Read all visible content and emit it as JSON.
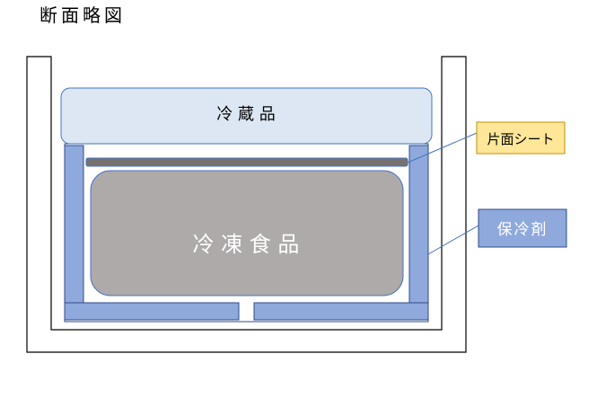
{
  "title": "断面略図",
  "labels": {
    "refrigerated": "冷 蔵 品",
    "frozen": "冷 凍 食 品",
    "single_sided_sheet": "片面シート",
    "ice_pack": "保冷剤"
  },
  "colors": {
    "outer_box_stroke": "#000000",
    "outer_box_fill": "#ffffff",
    "refrigerated_fill": "#dce7f3",
    "refrigerated_stroke": "#4472c4",
    "ice_pack_fill": "#8fa9dc",
    "ice_pack_stroke": "#2f4b8c",
    "frozen_fill": "#aeaaaa",
    "frozen_stroke": "#4472c4",
    "sheet_fill": "#767171",
    "sheet_callout_fill": "#ffe699",
    "sheet_callout_stroke": "#bf9000",
    "ice_callout_fill": "#8fa9dc",
    "ice_callout_stroke": "#2f4b8c",
    "leader_line": "#4472c4"
  }
}
